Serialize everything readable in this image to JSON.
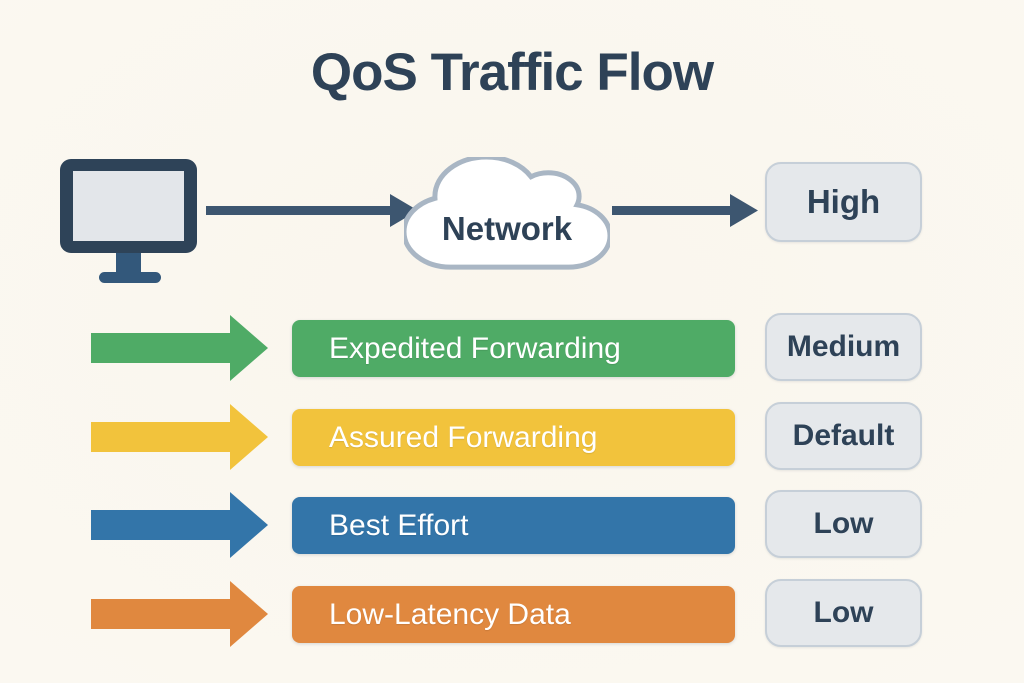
{
  "title": "QoS Traffic Flow",
  "top_flow": {
    "source_icon": "desktop-computer",
    "network_label": "Network",
    "priority": "High"
  },
  "rows": [
    {
      "label": "Expedited Forwarding",
      "priority": "Medium",
      "color": "#4FAB66"
    },
    {
      "label": "Assured Forwarding",
      "priority": "Default",
      "color": "#F2C33C"
    },
    {
      "label": "Best Effort",
      "priority": "Low",
      "color": "#3375A9"
    },
    {
      "label": "Low-Latency Data",
      "priority": "Low",
      "color": "#E0883F"
    }
  ],
  "colors": {
    "background": "#FAF6ED",
    "ink": "#2E4257",
    "arrow": "#3D5670",
    "monitor_body": "#2E4358",
    "monitor_screen": "#E3E6EA",
    "monitor_stand": "#33587B",
    "cloud_fill": "#FFFFFF",
    "cloud_border": "#A9B6C4",
    "badge_bg": "#E5E8EB",
    "badge_border": "#C6CFD8"
  }
}
